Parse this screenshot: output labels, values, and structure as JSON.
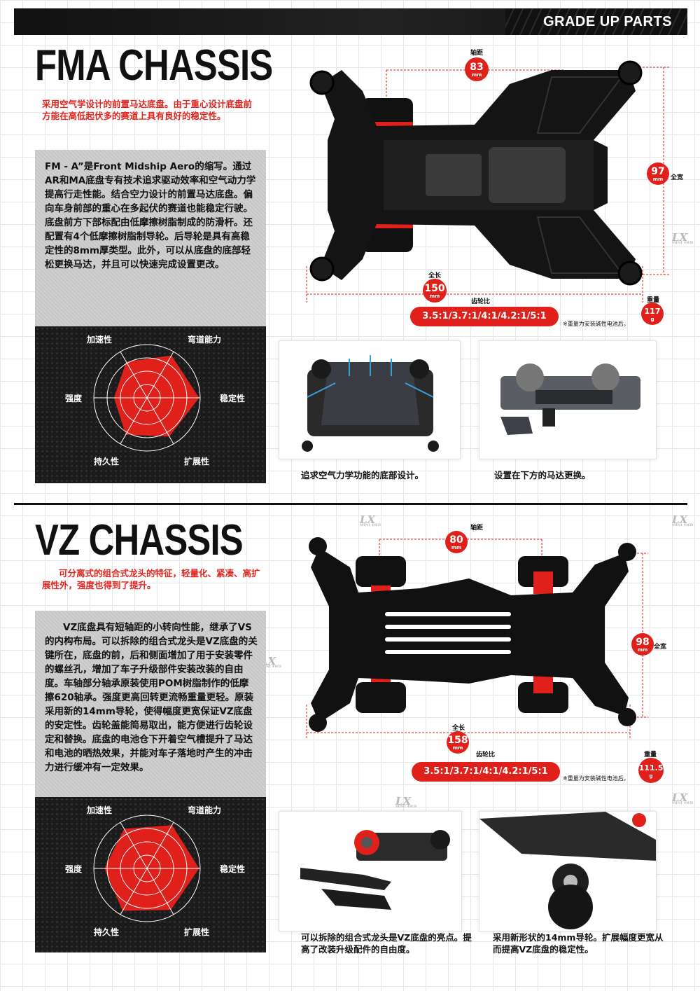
{
  "header": {
    "label": "GRADE UP PARTS"
  },
  "fma": {
    "title": "FMA CHASSIS",
    "intro": "采用空气学设计的前置马达底盘。由于重心设计底盘前方能在高低起伏多的赛道上具有良好的稳定性。",
    "description": "FM - A”是Front Midship Aero的缩写。通过AR和MA底盘专有技术追求驱动效率和空气动力学提高行走性能。结合空力设计的前置马达底盘。偏向车身前部的重心在多起伏的赛道也能稳定行驶。底盘前方下部标配由低摩擦树脂制成的防滑杆。还配置有4个低摩擦树脂制导轮。后导轮是具有高稳定性的8mm厚类型。此外，可以从底盘的底部轻松更换马达，并且可以快速完成设置更改。",
    "radar": {
      "labels": [
        "加速性",
        "弯道能力",
        "稳定性",
        "扩展性",
        "持久性",
        "强度"
      ],
      "values": [
        0.78,
        0.92,
        0.98,
        0.84,
        0.8,
        0.62
      ]
    },
    "specs": {
      "wheelbase_label": "轴距",
      "wheelbase": "83",
      "width_label": "全宽",
      "width": "97",
      "length_label": "全长",
      "length": "150",
      "unit": "mm",
      "gear_label": "齿轮比",
      "gear": "3.5:1/3.7:1/4:1/4.2:1/5:1",
      "weight_label": "重量",
      "weight": "117",
      "weight_unit": "g",
      "note": "※重量为安装碱性电池后。"
    },
    "photos": [
      {
        "caption": "追求空气力学功能的底部设计。"
      },
      {
        "caption": "设置在下方的马达更换。"
      }
    ]
  },
  "vz": {
    "title": "VZ CHASSIS",
    "intro": "可分离式的组合式龙头的特征，轻量化、紧凑、高扩展性外，强度也得到了提升。",
    "description": "VZ底盘具有短轴距的小转向性能，继承了VS的内构布局。可以拆除的组合式龙头是VZ底盘的关键所在，底盘的前，后和侧面增加了用于安装零件的螺丝孔，增加了车子升级部件安装改装的自由度。车轴部分轴承原装使用POM树脂制作的低摩擦620轴承。强度更高回转更流畅重量更轻。原装采用新的14mm导轮，使得幅度更宽保证VZ底盘的安定性。齿轮盖能简易取出，能方便进行齿轮设定和替换。底盘的电池仓下开着空气槽提升了马达和电池的晒热效果，并能对车子落地时产生的冲击力进行缓冲有一定效果。",
    "radar": {
      "labels": [
        "加速性",
        "弯道能力",
        "稳定性",
        "扩展性",
        "持久性",
        "强度"
      ],
      "values": [
        0.86,
        0.94,
        0.98,
        0.9,
        0.92,
        0.8
      ]
    },
    "specs": {
      "wheelbase_label": "轴距",
      "wheelbase": "80",
      "width_label": "全宽",
      "width": "98",
      "length_label": "全长",
      "length": "158",
      "unit": "mm",
      "gear_label": "齿轮比",
      "gear": "3.5:1/3.7:1/4:1/4.2:1/5:1",
      "weight_label": "重量",
      "weight": "111.5",
      "weight_unit": "g",
      "note": "※重量为安装碱性电池后。"
    },
    "photos": [
      {
        "caption": "可以拆除的组合式龙头是VZ底盘的亮点。提高了改装升级配件的自由度。"
      },
      {
        "caption": "采用新形状的14mm导轮。扩展幅度更宽从而提高VZ底盘的稳定性。"
      }
    ]
  },
  "watermark": {
    "mark": "LX",
    "sub": "MINI 4WD"
  },
  "colors": {
    "accent": "#e0201a",
    "dark": "#111111"
  }
}
